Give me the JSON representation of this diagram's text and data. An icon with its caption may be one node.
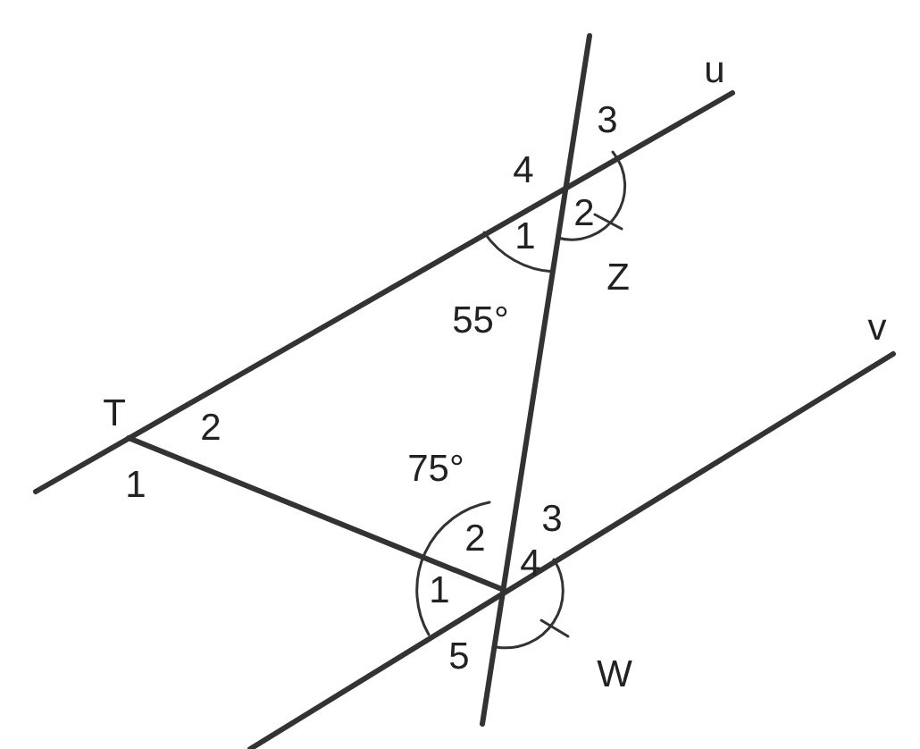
{
  "diagram": {
    "labels": [
      "u",
      "3",
      "4",
      "2",
      "1",
      "Z",
      "55°",
      "v",
      "T",
      "2",
      "1",
      "75°",
      "3",
      "2",
      "1",
      "4",
      "W",
      "5"
    ]
  }
}
